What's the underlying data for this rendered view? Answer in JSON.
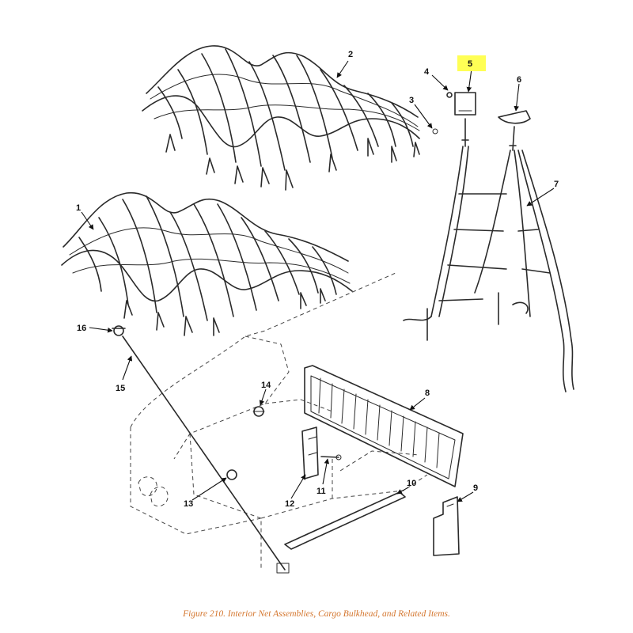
{
  "figure": {
    "callouts": [
      "1",
      "2",
      "3",
      "4",
      "5",
      "6",
      "7",
      "8",
      "9",
      "10",
      "11",
      "12",
      "13",
      "14",
      "15",
      "16"
    ],
    "highlighted_callout": "5",
    "highlight_color": "#ffff55",
    "caption": "Figure 210.  Interior Net Assemblies, Cargo Bulkhead, and Related Items.",
    "caption_color": "#d4762e"
  }
}
